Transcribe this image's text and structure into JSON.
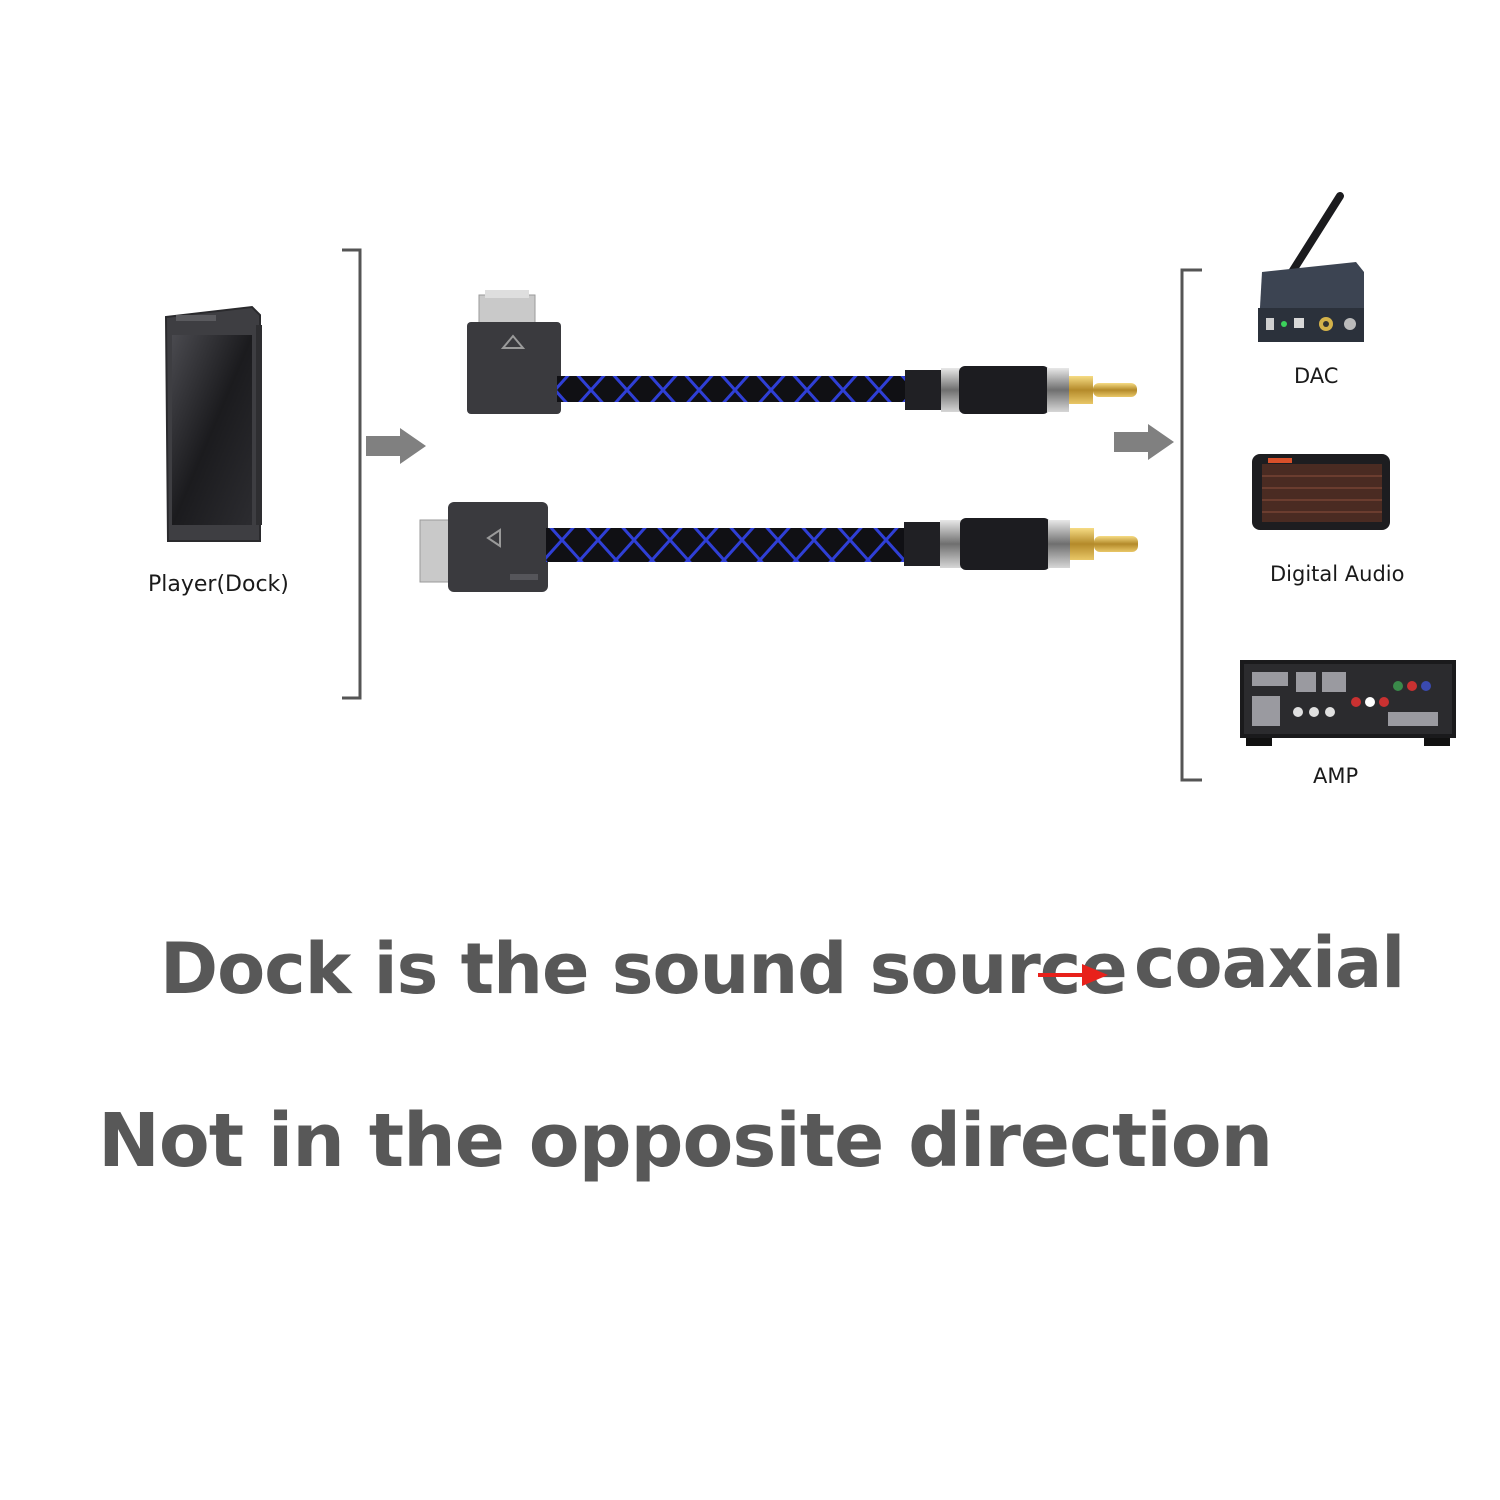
{
  "source": {
    "icon": "media-player-icon",
    "label": "Player(Dock)"
  },
  "cables": [
    {
      "name": "right-angle-dock-to-rca-cable",
      "icon": "dock-to-coaxial-cable-icon"
    },
    {
      "name": "straight-dock-to-rca-cable",
      "icon": "dock-to-coaxial-cable-icon"
    }
  ],
  "targets": [
    {
      "label": "DAC",
      "icon": "dac-device-icon"
    },
    {
      "label": "Digital Audio",
      "icon": "digital-speaker-icon"
    },
    {
      "label": "AMP",
      "icon": "av-receiver-icon"
    }
  ],
  "headline": {
    "source_text": "Dock is the sound source",
    "target_text": "coaxial",
    "arrow_color": "#e8211b"
  },
  "note": "Not in the opposite direction",
  "colors": {
    "text_gray": "#585858",
    "arrow_gray": "#808080",
    "bracket_gray": "#555555",
    "cable_blue": "#2f3fd6"
  }
}
